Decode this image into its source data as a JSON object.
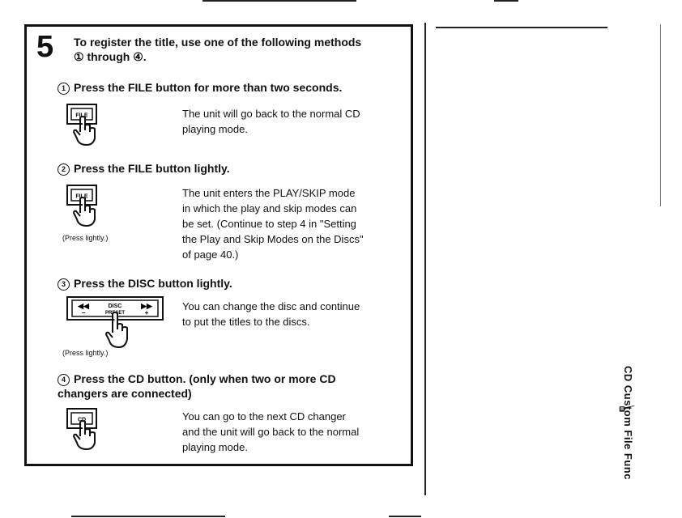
{
  "step": {
    "number": "5",
    "instruction_line1": "To register the title, use one of the following methods",
    "instruction_line2": "① through ④."
  },
  "methods": [
    {
      "marker": "1",
      "heading": "Press the FILE button for more than two seconds.",
      "button_label": "FILE",
      "press_label": "",
      "description": [
        "The unit will go back to the normal CD",
        "playing mode."
      ]
    },
    {
      "marker": "2",
      "heading": "Press the FILE button lightly.",
      "button_label": "FILE",
      "press_label": "(Press lightly.)",
      "description": [
        "The unit enters the PLAY/SKIP mode",
        "in which the play and skip modes can",
        "be set. (Continue to step 4 in \"Setting",
        "the Play and Skip Modes on the Discs\"",
        "of page 40.)"
      ]
    },
    {
      "marker": "3",
      "heading": "Press the DISC button lightly.",
      "button_label": "DISC",
      "button_sublabel": "PRESET",
      "press_label": "(Press lightly.)",
      "description": [
        "You can change the disc and continue",
        "to put the titles to the discs."
      ]
    },
    {
      "marker": "4",
      "heading_line1": "Press the CD button. (only when two or more CD",
      "heading_line2": "changers are connected)",
      "button_label": "CD",
      "press_label": "",
      "description": [
        "You can go to the next CD changer",
        "and the unit will go back to the normal",
        "playing mode."
      ]
    }
  ],
  "side_tab": {
    "text": "CD Custom File Func"
  },
  "icons": {
    "hand": "pressing-hand-icon",
    "disc_left": "previous-arrows-icon",
    "disc_right": "next-arrows-icon"
  }
}
